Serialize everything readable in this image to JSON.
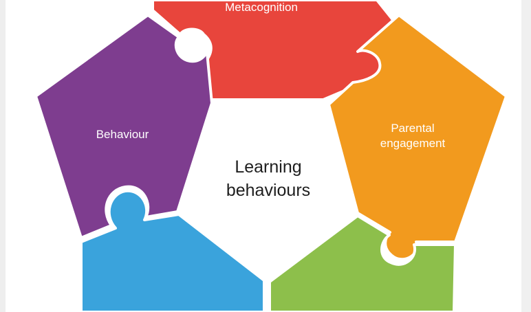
{
  "diagram": {
    "center_title_line1": "Learning",
    "center_title_line2": "behaviours",
    "segments": [
      {
        "label": "Metacognition",
        "color": "#e8453c"
      },
      {
        "label": "Parental\nengagement",
        "color": "#f29a1e"
      },
      {
        "label": "",
        "color": "#8dbf4b"
      },
      {
        "label": "",
        "color": "#3aa3dc"
      },
      {
        "label": "Behaviour",
        "color": "#7e3d8f"
      }
    ],
    "labels": {
      "metacognition": "Metacognition",
      "parental_line1": "Parental",
      "parental_line2": "engagement",
      "behaviour": "Behaviour"
    }
  }
}
